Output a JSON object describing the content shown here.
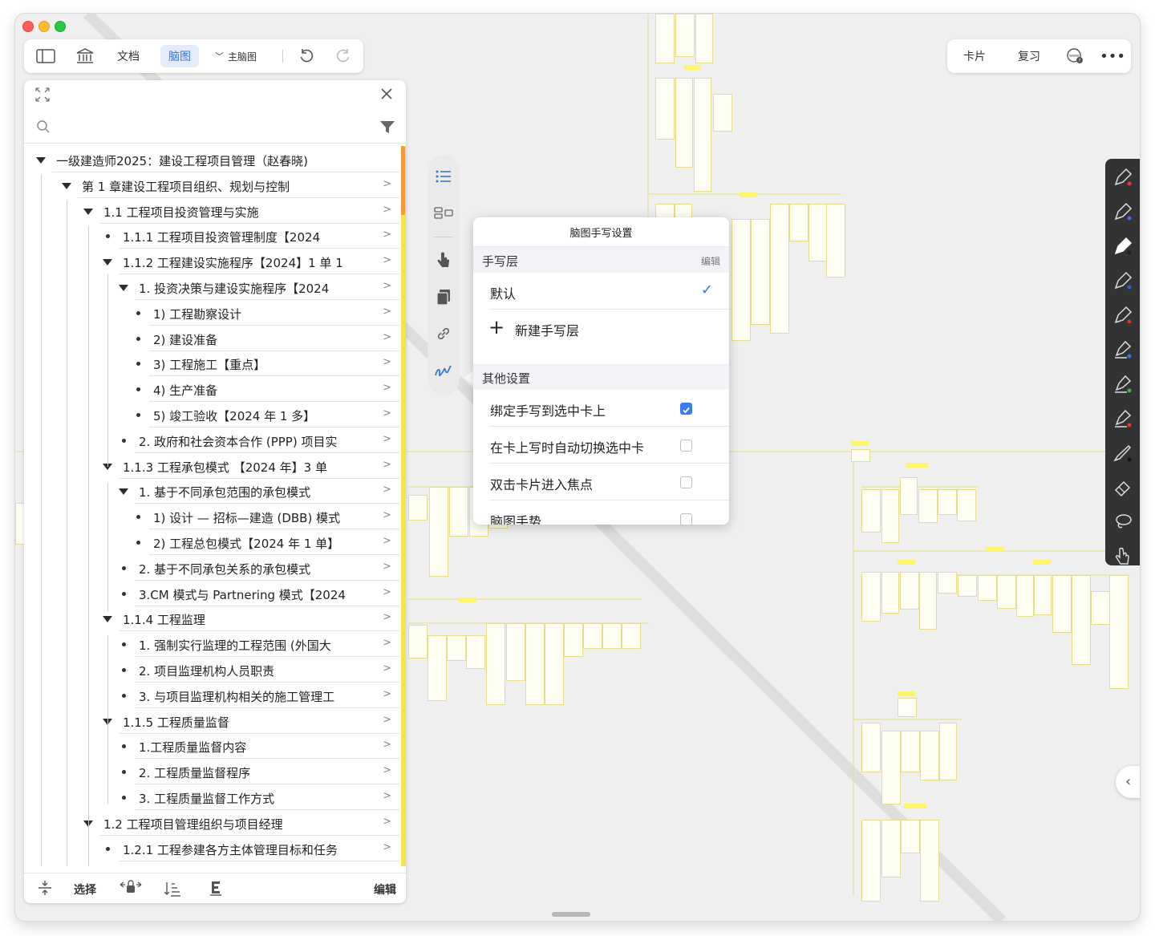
{
  "toolbar": {
    "doc_label": "文档",
    "mindmap_label": "脑图",
    "main_mindmap_label": "主脑图"
  },
  "toolbar_right": {
    "card_label": "卡片",
    "review_label": "复习",
    "globe_label": "www"
  },
  "outline": {
    "items": [
      {
        "label": "一级建造师2025：建设工程项目管理（赵春晓)",
        "level": 0,
        "type": "expanded"
      },
      {
        "label": "第 1 章建设工程项目组织、规划与控制",
        "level": 1,
        "type": "expanded"
      },
      {
        "label": "1.1 工程项目投资管理与实施",
        "level": 2,
        "type": "expanded"
      },
      {
        "label": "1.1.1 工程项目投资管理制度【2024",
        "level": 3,
        "type": "leaf"
      },
      {
        "label": "1.1.2 工程建设实施程序【2024】1 单 1",
        "level": 3,
        "type": "expanded"
      },
      {
        "label": "1. 投资决策与建设实施程序【2024",
        "level": 4,
        "type": "expanded"
      },
      {
        "label": "1) 工程勘察设计",
        "level": 5,
        "type": "leaf"
      },
      {
        "label": "2) 建设准备",
        "level": 5,
        "type": "leaf"
      },
      {
        "label": "3) 工程施工【重点】",
        "level": 5,
        "type": "leaf"
      },
      {
        "label": "4) 生产准备",
        "level": 5,
        "type": "leaf"
      },
      {
        "label": "5) 竣工验收【2024 年 1 多】",
        "level": 5,
        "type": "leaf"
      },
      {
        "label": "2. 政府和社会资本合作 (PPP) 项目实",
        "level": 4,
        "type": "leaf"
      },
      {
        "label": "1.1.3 工程承包模式 【2024 年】3 单",
        "level": 3,
        "type": "expanded"
      },
      {
        "label": "1. 基于不同承包范围的承包模式",
        "level": 4,
        "type": "expanded"
      },
      {
        "label": "1) 设计 — 招标—建造 (DBB) 模式",
        "level": 5,
        "type": "leaf"
      },
      {
        "label": "2) 工程总包模式【2024 年 1 单】",
        "level": 5,
        "type": "leaf"
      },
      {
        "label": "2. 基于不同承包关系的承包模式",
        "level": 4,
        "type": "leaf"
      },
      {
        "label": "3.CM 模式与 Partnering 模式【2024",
        "level": 4,
        "type": "leaf"
      },
      {
        "label": "1.1.4  工程监理",
        "level": 3,
        "type": "expanded"
      },
      {
        "label": "1. 强制实行监理的工程范围 (外国大",
        "level": 4,
        "type": "leaf"
      },
      {
        "label": "2. 项目监理机构人员职责",
        "level": 4,
        "type": "leaf"
      },
      {
        "label": "3. 与项目监理机构相关的施工管理工",
        "level": 4,
        "type": "leaf"
      },
      {
        "label": "1.1.5 工程质量监督",
        "level": 3,
        "type": "expanded"
      },
      {
        "label": "1.工程质量监督内容",
        "level": 4,
        "type": "leaf"
      },
      {
        "label": "2. 工程质量监督程序",
        "level": 4,
        "type": "leaf"
      },
      {
        "label": "3. 工程质量监督工作方式",
        "level": 4,
        "type": "leaf"
      },
      {
        "label": "1.2  工程项目管理组织与项目经理",
        "level": 2,
        "type": "expanded"
      },
      {
        "label": "1.2.1 工程参建各方主体管理目标和任务",
        "level": 3,
        "type": "leaf"
      }
    ],
    "footer": {
      "select_label": "选择",
      "edit_label": "编辑"
    }
  },
  "popover": {
    "title": "脑图手写设置",
    "layer_section": "手写层",
    "layer_edit": "编辑",
    "default_layer": "默认",
    "new_layer": "新建手写层",
    "other_section": "其他设置",
    "options": [
      {
        "label": "绑定手写到选中卡上",
        "checked": true
      },
      {
        "label": "在卡上写时自动切换选中卡",
        "checked": false
      },
      {
        "label": "双击卡片进入焦点",
        "checked": false
      },
      {
        "label": "脑图手势",
        "checked": false
      }
    ]
  },
  "colors": {
    "accent": "#3a75d8",
    "card_yellow": "#fff36a",
    "scroll_yellow": "#f5e44a"
  }
}
